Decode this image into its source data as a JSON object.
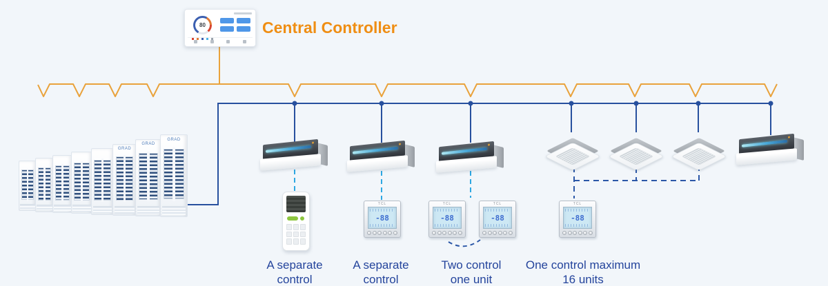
{
  "header": {
    "title": "Central Controller",
    "title_color": "#ef8e14"
  },
  "controller": {
    "gauge_value": "80"
  },
  "outdoor_unit": {
    "brand": "GRAD"
  },
  "thermostat": {
    "brand": "TCL",
    "display": "-88"
  },
  "captions": [
    {
      "line1": "A separate",
      "line2": "control"
    },
    {
      "line1": "A separate",
      "line2": "control"
    },
    {
      "line1": "Two control",
      "line2": "one unit"
    },
    {
      "line1": "One control maximum",
      "line2": "16 units"
    }
  ],
  "colors": {
    "background": "#f2f6fa",
    "orange_line": "#e9a23b",
    "blue_bus": "#27509e",
    "light_dash": "#2da7e2",
    "dark_dash": "#2b57a7",
    "caption_text": "#24449c"
  }
}
